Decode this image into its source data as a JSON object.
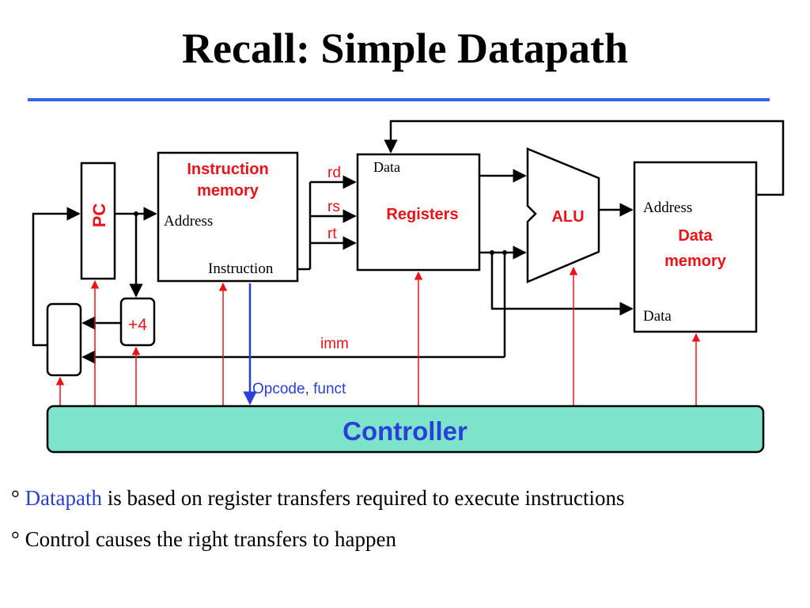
{
  "title": "Recall: Simple Datapath",
  "diagram": {
    "pc_label": "PC",
    "instruction_memory": {
      "title_line1": "Instruction",
      "title_line2": "memory",
      "address_label": "Address",
      "instruction_label": "Instruction"
    },
    "adder_label": "+4",
    "registers": {
      "label": "Registers",
      "data_label": "Data",
      "rd_label": "rd",
      "rs_label": "rs",
      "rt_label": "rt"
    },
    "imm_label": "imm",
    "alu_label": "ALU",
    "data_memory": {
      "title_line1": "Data",
      "title_line2": "memory",
      "address_label": "Address",
      "data_label": "Data"
    },
    "opcode_label": "Opcode, funct",
    "controller_label": "Controller",
    "colors": {
      "red_label": "#e8131b",
      "blue_label": "#2a3fd6",
      "controller_fill": "#7ee3cb",
      "title_rule": "#2f63e8"
    }
  },
  "bullets": [
    {
      "marker": "°",
      "highlight": "Datapath",
      "text": " is based on register transfers required to execute instructions"
    },
    {
      "marker": "°",
      "highlight": "",
      "text": " Control causes the right transfers to happen"
    }
  ]
}
